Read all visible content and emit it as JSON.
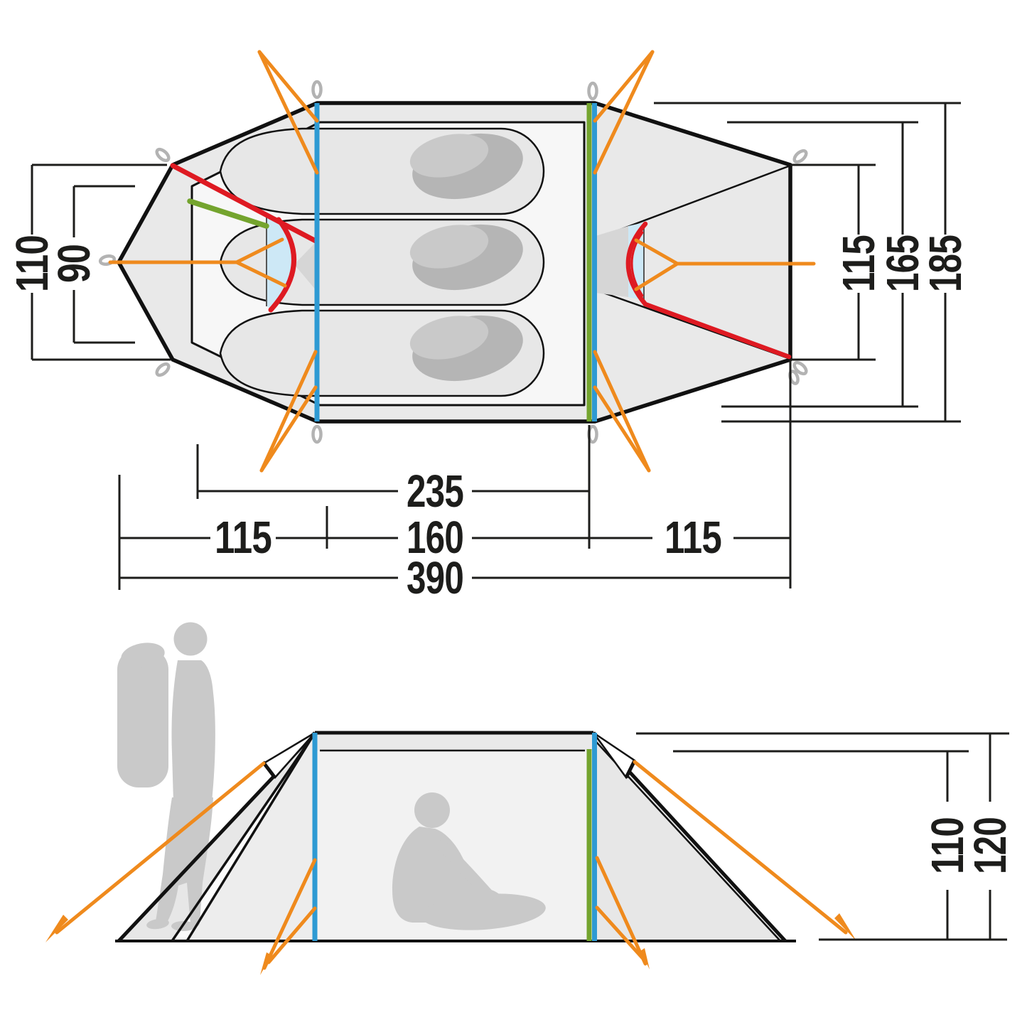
{
  "page": {
    "background": "#ffffff",
    "description": "Tent technical dimension diagram: top view (floor plan) and side elevation"
  },
  "top_view": {
    "left_dims": {
      "d110": "110",
      "d90": "90"
    },
    "right_dims": {
      "d115": "115",
      "d165": "165",
      "d185": "185"
    },
    "bottom_dims": {
      "d235": "235",
      "d115_left": "115",
      "d160": "160",
      "d115_right": "115",
      "d390": "390"
    }
  },
  "side_view": {
    "right_dims": {
      "d110": "110",
      "d120": "120"
    }
  },
  "legend": {
    "colors": {
      "guy_line_orange": "#EF8A1D",
      "pole_blue": "#2E9AD3",
      "pole_green": "#74A42E",
      "door_red": "#DE1A22",
      "fly_gray": "#E9E9E9",
      "floor_white": "#F7F7F7",
      "window_blue": "#CDE8F6",
      "door_shade_gray": "#D6D6D6",
      "silhouette_gray": "#C9C9C9",
      "peg_loop_gray": "#B3B3B3",
      "dimension_black": "#1D1D1B"
    }
  }
}
